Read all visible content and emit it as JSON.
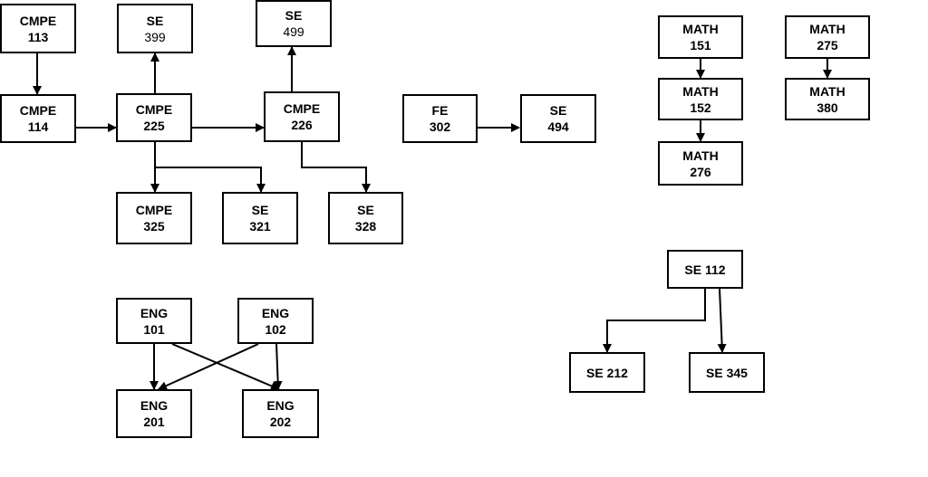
{
  "nodes": {
    "cmpe113": {
      "l1": "CMPE",
      "l2": "113"
    },
    "se399": {
      "l1": "SE",
      "l2": "399"
    },
    "se499": {
      "l1": "SE",
      "l2": "499"
    },
    "cmpe114": {
      "l1": "CMPE",
      "l2": "114"
    },
    "cmpe225": {
      "l1": "CMPE",
      "l2": "225"
    },
    "cmpe226": {
      "l1": "CMPE",
      "l2": "226"
    },
    "fe302": {
      "l1": "FE",
      "l2": "302"
    },
    "se494": {
      "l1": "SE",
      "l2": "494"
    },
    "cmpe325": {
      "l1": "CMPE",
      "l2": "325"
    },
    "se321": {
      "l1": "SE",
      "l2": "321"
    },
    "se328": {
      "l1": "SE",
      "l2": "328"
    },
    "math151": {
      "l1": "MATH",
      "l2": "151"
    },
    "math152": {
      "l1": "MATH",
      "l2": "152"
    },
    "math276": {
      "l1": "MATH",
      "l2": "276"
    },
    "math275": {
      "l1": "MATH",
      "l2": "275"
    },
    "math380": {
      "l1": "MATH",
      "l2": "380"
    },
    "eng101": {
      "l1": "ENG",
      "l2": "101"
    },
    "eng102": {
      "l1": "ENG",
      "l2": "102"
    },
    "eng201": {
      "l1": "ENG",
      "l2": "201"
    },
    "eng202": {
      "l1": "ENG",
      "l2": "202"
    },
    "se112": {
      "label": "SE 112"
    },
    "se212": {
      "label": "SE 212"
    },
    "se345": {
      "label": "SE 345"
    }
  },
  "edges": [
    {
      "from": "CMPE 113",
      "to": "CMPE 114"
    },
    {
      "from": "CMPE 114",
      "to": "CMPE 225"
    },
    {
      "from": "CMPE 225",
      "to": "SE 399"
    },
    {
      "from": "CMPE 225",
      "to": "CMPE 226"
    },
    {
      "from": "CMPE 225",
      "to": "CMPE 325"
    },
    {
      "from": "CMPE 225",
      "to": "SE 321"
    },
    {
      "from": "CMPE 226",
      "to": "SE 499"
    },
    {
      "from": "CMPE 226",
      "to": "SE 328"
    },
    {
      "from": "FE 302",
      "to": "SE 494"
    },
    {
      "from": "MATH 151",
      "to": "MATH 152"
    },
    {
      "from": "MATH 152",
      "to": "MATH 276"
    },
    {
      "from": "MATH 275",
      "to": "MATH 380"
    },
    {
      "from": "ENG 101",
      "to": "ENG 201"
    },
    {
      "from": "ENG 101",
      "to": "ENG 202"
    },
    {
      "from": "ENG 102",
      "to": "ENG 201"
    },
    {
      "from": "ENG 102",
      "to": "ENG 202"
    },
    {
      "from": "SE 112",
      "to": "SE 212"
    },
    {
      "from": "SE 112",
      "to": "SE 345"
    }
  ],
  "colors": {
    "stroke": "#000000",
    "background": "#ffffff"
  }
}
